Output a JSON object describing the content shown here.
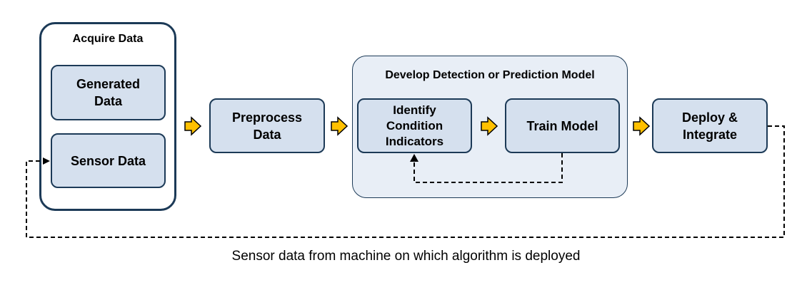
{
  "colors": {
    "box_fill": "#d5e0ee",
    "box_border": "#1c3a57",
    "group_fill": "#e8eef6",
    "arrow_fill": "#ffc000",
    "line": "#000000"
  },
  "acquire": {
    "title": "Acquire Data",
    "generated": "Generated\nData",
    "sensor": "Sensor Data"
  },
  "preprocess": {
    "label": "Preprocess\nData"
  },
  "model": {
    "title": "Develop Detection or Prediction Model",
    "identify": "Identify\nCondition\nIndicators",
    "train": "Train Model"
  },
  "deploy": {
    "label": "Deploy &\nIntegrate"
  },
  "caption": "Sensor data from machine on which algorithm is deployed"
}
